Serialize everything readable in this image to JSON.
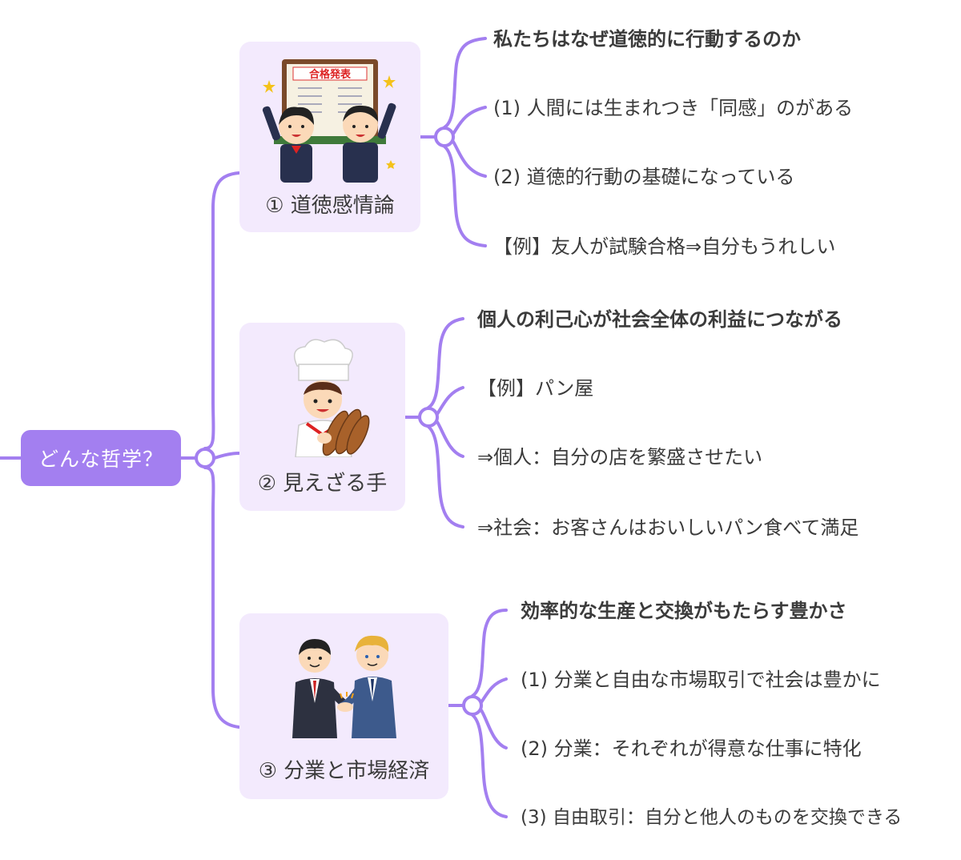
{
  "colors": {
    "accent": "#a37ff0",
    "card_bg": "#f3eafd",
    "text": "#3b3b3b"
  },
  "root": {
    "label": "どんな哲学？"
  },
  "branches": [
    {
      "label": "① 道徳感情論",
      "icon": "exam-results-celebration-icon",
      "items": [
        "私たちはなぜ道徳的に行動するのか",
        "(1) 人間には生まれつき「同感」のがある",
        "(2) 道徳的行動の基礎になっている",
        "【例】友人が試験合格⇒自分もうれしい"
      ],
      "sign_text": "合格発表"
    },
    {
      "label": "② 見えざる手",
      "icon": "baker-with-bread-icon",
      "items": [
        "個人の利己心が社会全体の利益につながる",
        "【例】パン屋",
        "⇒個人：自分の店を繁盛させたい",
        "⇒社会：お客さんはおいしいパン食べて満足"
      ]
    },
    {
      "label": "③ 分業と市場経済",
      "icon": "businessmen-handshake-icon",
      "items": [
        "効率的な生産と交換がもたらす豊かさ",
        "(1) 分業と自由な市場取引で社会は豊かに",
        "(2) 分業：それぞれが得意な仕事に特化",
        "(3) 自由取引：自分と他人のものを交換できる"
      ]
    }
  ]
}
